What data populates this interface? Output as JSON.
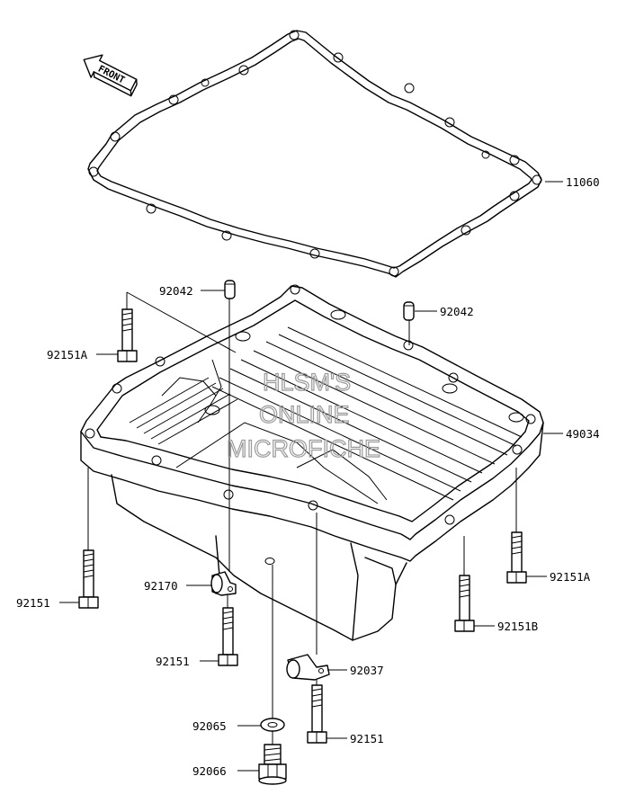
{
  "direction_label": "FRONT",
  "watermark": [
    "HLSM'S",
    "ONLINE",
    "MICROFICHE"
  ],
  "parts": {
    "gasket": "11060",
    "oil_pan": "49034",
    "dowel_pin_left": "92042",
    "dowel_pin_right": "92042",
    "bolt_92151A_left": "92151A",
    "bolt_92151A_right": "92151A",
    "bolt_92151_left": "92151",
    "bolt_92151_center": "92151",
    "bolt_92151_bottom": "92151",
    "bolt_92151B": "92151B",
    "clamp_92170": "92170",
    "clamp_92037": "92037",
    "washer": "92065",
    "drain_plug": "92066"
  },
  "colors": {
    "line": "#000000",
    "watermark": "#9a9a9a",
    "background": "#ffffff"
  }
}
